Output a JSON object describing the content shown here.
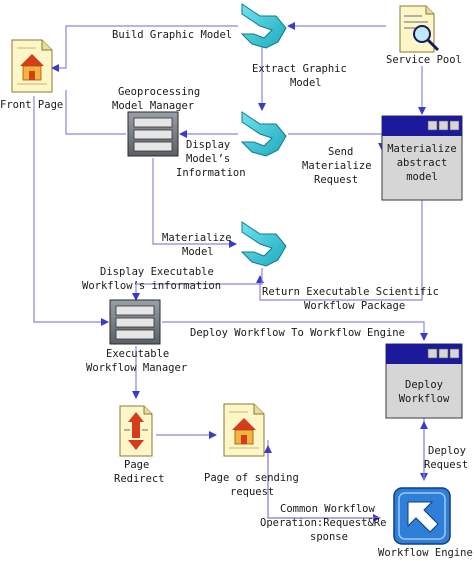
{
  "nodes": {
    "front_page": "Front Page",
    "geoprocessing_manager": [
      "Geoprocessing",
      "Model Manager"
    ],
    "service_pool": "Service Pool",
    "materialize_box": [
      "Materialize",
      "abstract",
      "model"
    ],
    "executable_manager": [
      "Executable",
      "Workflow Manager"
    ],
    "deploy_box": [
      "Deploy",
      "Workflow"
    ],
    "page_redirect": [
      "Page",
      "Redirect"
    ],
    "page_of_sending": [
      "Page of sending",
      "request"
    ],
    "workflow_engine": "Workflow Engine"
  },
  "edges": {
    "build_graphic_model": "Build Graphic Model",
    "extract_graphic_model": [
      "Extract Graphic",
      "Model"
    ],
    "display_models_info": [
      "Display",
      "Model’s",
      "Information"
    ],
    "send_materialize_request": [
      "Send",
      "Materialize",
      "Request"
    ],
    "materialize_model": [
      "Materialize",
      "Model"
    ],
    "display_executable_info": [
      "Display Executable",
      "Workflow’s information"
    ],
    "return_executable_package": [
      "Return Executable Scientific",
      "Workflow Package"
    ],
    "deploy_to_engine": "Deploy Workflow To Workflow Engine",
    "deploy_request": [
      "Deploy",
      "Request"
    ],
    "common_workflow_op": [
      "Common Workflow",
      "Operation:Request&Re",
      "sponse"
    ]
  },
  "colors": {
    "connector": "#8a8ad8",
    "arrowhead": "#3a3acc",
    "process_cyan": "#34c8d8",
    "window_title": "#1a1a9a",
    "window_body": "#d6d6d6",
    "doc_paper": "#fdf6c8",
    "house_red": "#d43c1c",
    "engine_blue": "#2f7fd8"
  }
}
